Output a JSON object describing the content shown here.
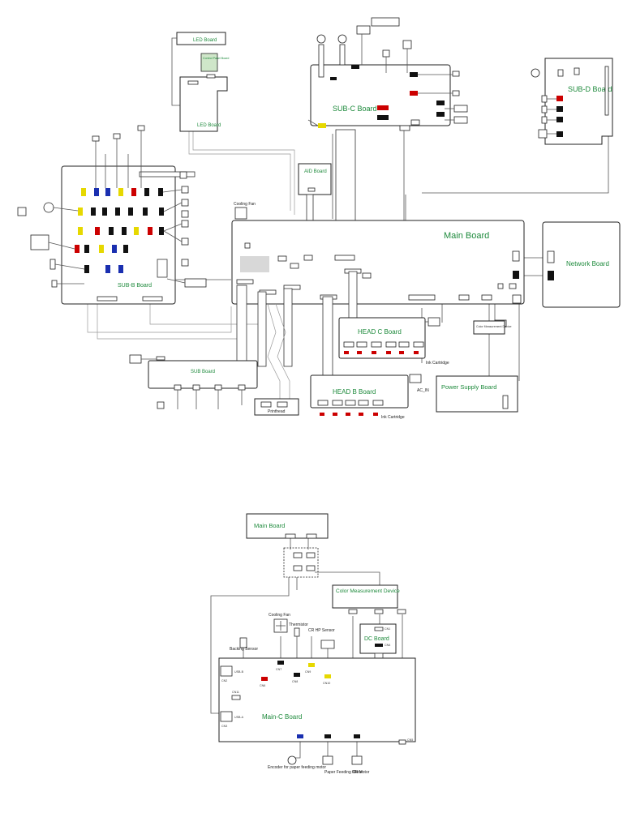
{
  "upper": {
    "boards": {
      "led": "LED Board",
      "led_inner": "LED Board",
      "control_panel": "Control Panel Board",
      "sub_c": "SUB-C Board",
      "sub_d": "SUB-D Board",
      "sub_b": "SUB-B Board",
      "aid": "AID Board",
      "main": "Main Board",
      "network": "Network Board",
      "head_c": "HEAD C Board",
      "head_b": "HEAD B Board",
      "power": "Power Supply Board",
      "sub": "SUB Board",
      "color_measurement": "Color Measurement Device"
    },
    "labels": {
      "ac_in": "AC_IN",
      "ink_cartridge_c": "Ink Cartridge",
      "ink_cartridge_b": "Ink Cartridge",
      "printhead": "Printhead",
      "cooling_fan": "Cooling Fan"
    }
  },
  "lower": {
    "boards": {
      "main": "Main Board",
      "color_measurement": "Color Measurement Device",
      "dc": "DC Board",
      "main_c": "Main-C Board"
    },
    "labels": {
      "cooling_fan": "Cooling Fan",
      "thermistor": "Thermistor",
      "cr_hp_sensor": "CR HP Sensor",
      "backing_sensor": "Backing Sensor",
      "usb_b": "USB-B",
      "usb_a": "USB-A",
      "encoder": "Encoder for paper feeding motor",
      "paper_feeding_motor": "Paper Feeding Motor",
      "cr_motor": "CR Motor"
    },
    "connectors": {
      "cn2": "CN2",
      "cn7": "CN7",
      "cn8": "CN8",
      "cn6": "CN6",
      "cn9": "CN9",
      "cn1": "CN1",
      "cn4": "CN4",
      "cn10": "CN10",
      "cn5": "CN5",
      "cn3": "CN3",
      "cn11": "CN11"
    }
  }
}
